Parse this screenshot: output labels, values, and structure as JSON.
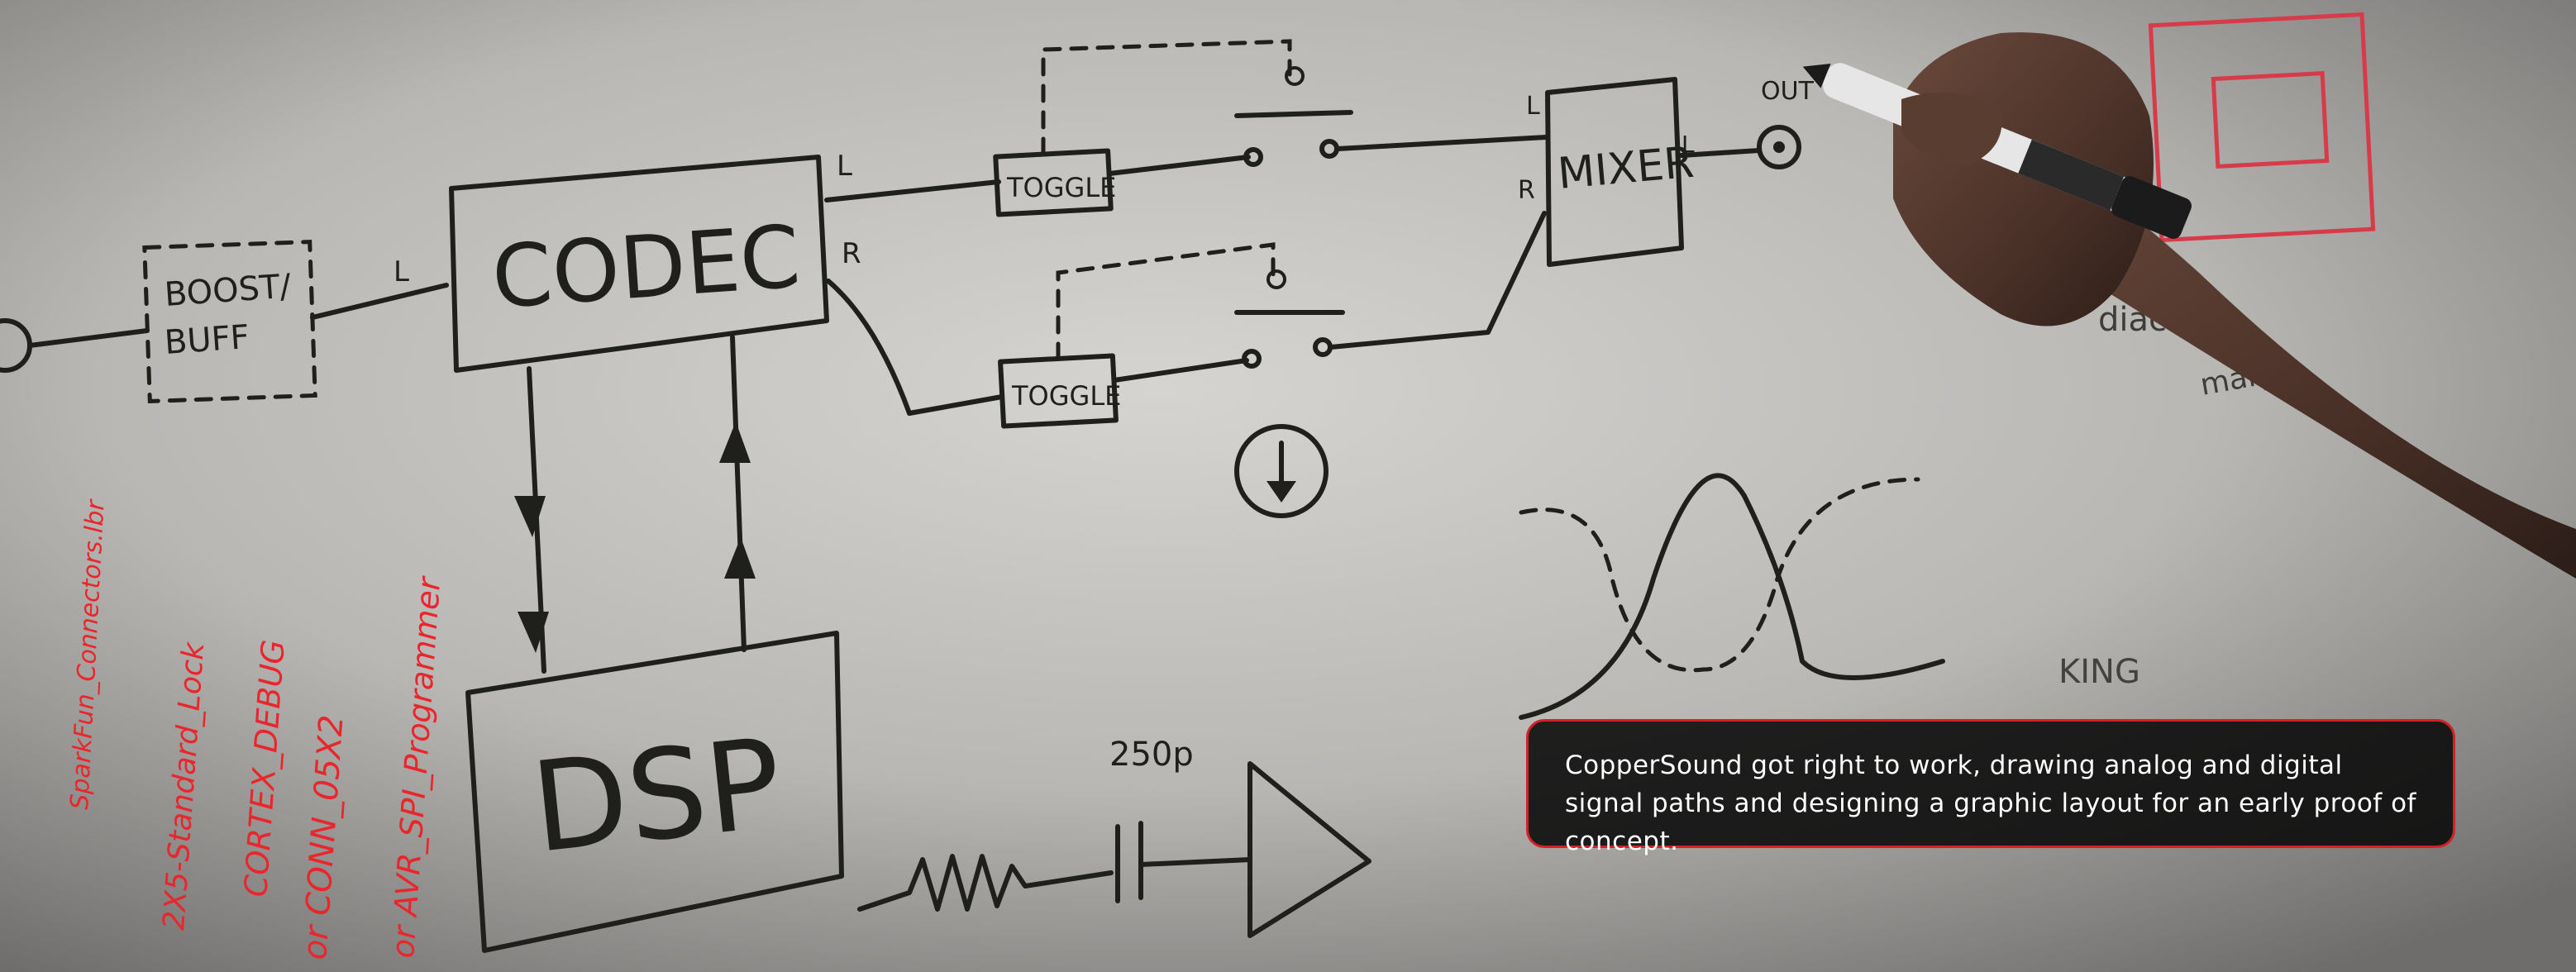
{
  "caption": {
    "text": "CopperSound got right to work, drawing analog and digital signal paths and designing a graphic layout for an early proof of concept."
  },
  "whiteboard": {
    "codec": "CODEC",
    "dsp": "DSP",
    "mixer": "MIXER",
    "boost_buff_line1": "BOOST/",
    "boost_buff_line2": "BUFF",
    "toggle_top": "TOGGLE",
    "toggle_bottom": "TOGGLE",
    "label_l1": "L",
    "label_l2": "L",
    "label_r1": "R",
    "label_l3": "L",
    "label_r2": "R",
    "label_l4": "L",
    "out": "OUT",
    "cap_value": "250p",
    "partial_1": "diac",
    "partial_2": "mary",
    "partial_3": "KING"
  },
  "red_notes": [
    "SparkFun_Connectors.lbr",
    "2X5-Standard_Lock",
    "CORTEX_DEBUG",
    "or CONN_05X2",
    "or AVR_SPI_Programmer"
  ],
  "colors": {
    "caption_border": "#d1222a",
    "caption_bg": "#080808",
    "annotation_red": "#e8262c",
    "marker_ink": "#1f1f1c"
  }
}
